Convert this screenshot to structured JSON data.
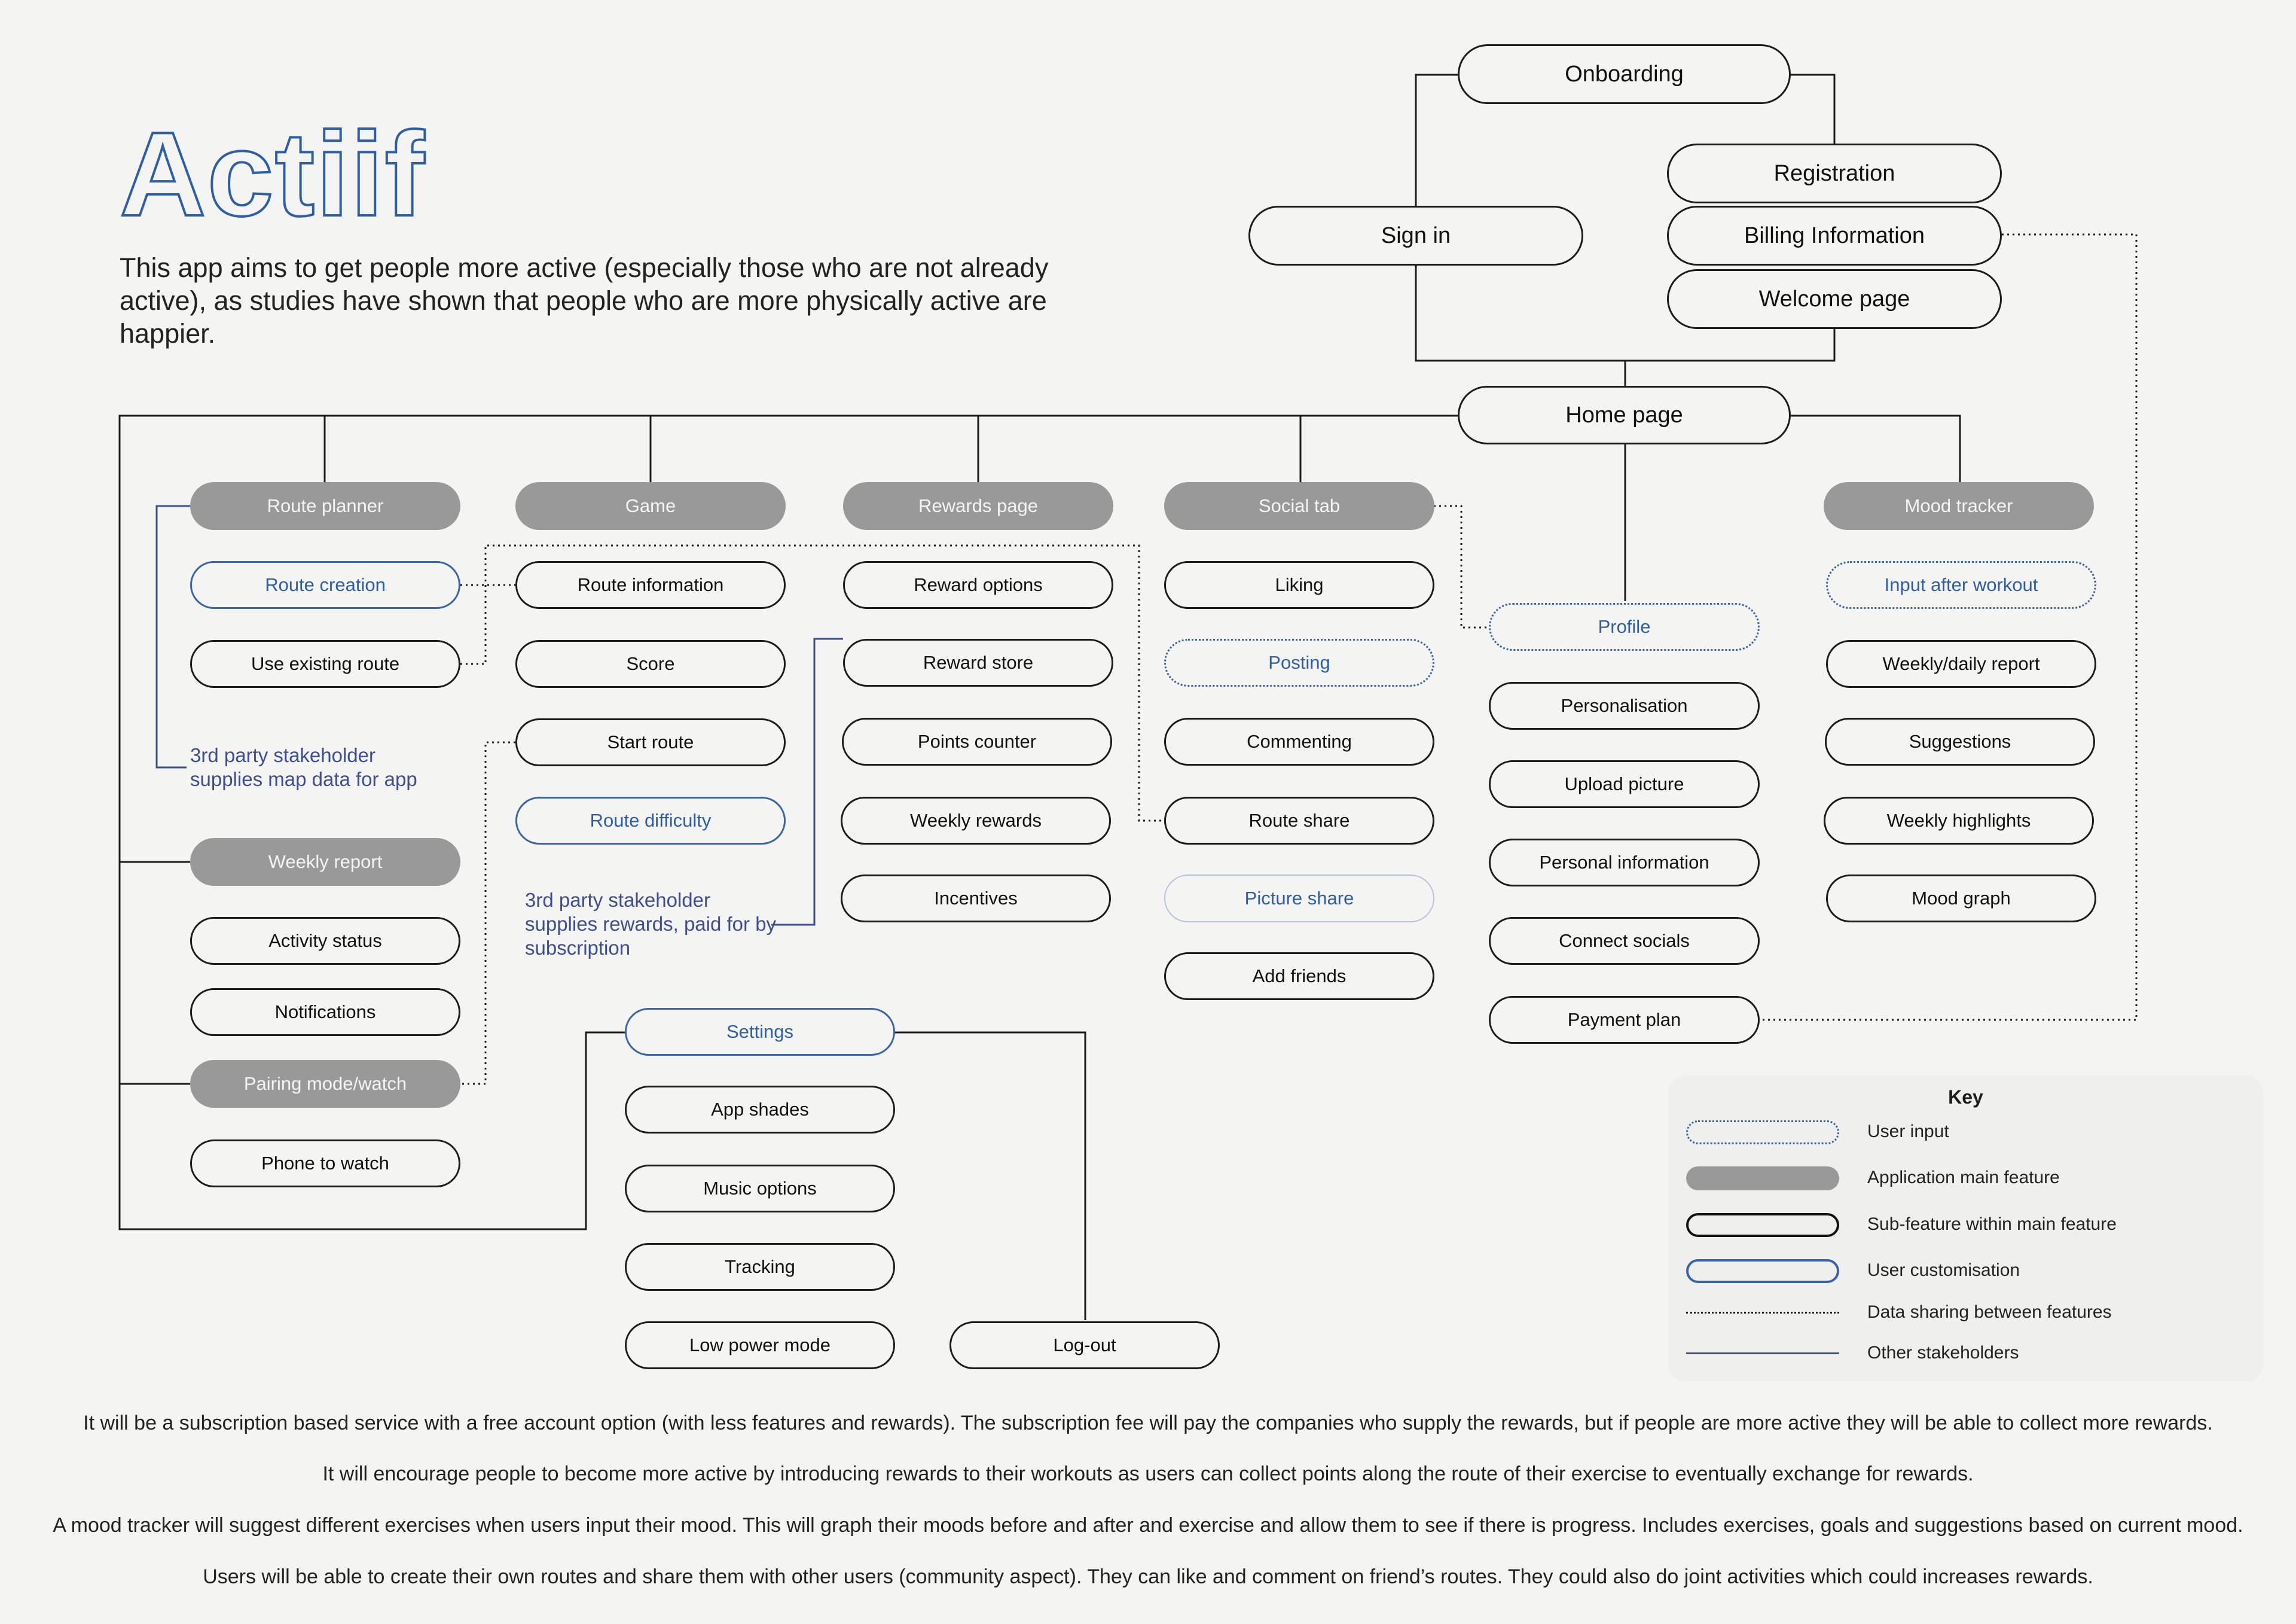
{
  "title": "Actiif",
  "intro": "This app aims to get people more active (especially those who are not already active), as studies have shown that people who are more physically active are happier.",
  "nodes": {
    "onboarding": "Onboarding",
    "registration": "Registration",
    "sign_in": "Sign in",
    "billing_information": "Billing Information",
    "welcome_page": "Welcome page",
    "home_page": "Home page",
    "route_planner": "Route planner",
    "route_creation": "Route creation",
    "use_existing_route": "Use existing route",
    "weekly_report": "Weekly report",
    "activity_status": "Activity status",
    "notifications": "Notifications",
    "pairing_mode": "Pairing mode/watch",
    "phone_to_watch": "Phone to watch",
    "game": "Game",
    "route_information": "Route information",
    "score": "Score",
    "start_route": "Start route",
    "route_difficulty": "Route difficulty",
    "rewards_page": "Rewards page",
    "reward_options": "Reward options",
    "reward_store": "Reward store",
    "points_counter": "Points counter",
    "weekly_rewards": "Weekly rewards",
    "incentives": "Incentives",
    "social_tab": "Social tab",
    "liking": "Liking",
    "posting": "Posting",
    "commenting": "Commenting",
    "route_share": "Route share",
    "picture_share": "Picture share",
    "add_friends": "Add friends",
    "profile": "Profile",
    "personalisation": "Personalisation",
    "upload_picture": "Upload picture",
    "personal_information": "Personal information",
    "connect_socials": "Connect socials",
    "payment_plan": "Payment plan",
    "mood_tracker": "Mood tracker",
    "input_after_workout": "Input after workout",
    "weekly_daily_report": "Weekly/daily report",
    "suggestions": "Suggestions",
    "weekly_highlights": "Weekly highlights",
    "mood_graph": "Mood graph",
    "settings": "Settings",
    "app_shades": "App shades",
    "music_options": "Music options",
    "tracking": "Tracking",
    "low_power_mode": "Low power mode",
    "log_out": "Log-out"
  },
  "stakeholders": {
    "map_line1": "3rd party stakeholder",
    "map_line2": "supplies map data for app",
    "rewards_line1": "3rd party stakeholder",
    "rewards_line2": "supplies rewards, paid for by",
    "rewards_line3": "subscription"
  },
  "key": {
    "title": "Key",
    "user_input": "User input",
    "main_feature": "Application main feature",
    "sub_feature": "Sub-feature within main feature",
    "user_customisation": "User customisation",
    "data_sharing": "Data sharing between features",
    "other_stakeholders": "Other stakeholders"
  },
  "footer": [
    "It will be a subscription based service with a free account option (with less features and rewards). The subscription fee will pay the companies who supply the rewards, but if people are more active they will be able to collect more rewards.",
    "It will encourage people to become more active by introducing rewards to their workouts as users can collect points along the route of their exercise to eventually exchange for rewards.",
    "A mood tracker will suggest different exercises when users input their mood. This will graph their moods before and after and exercise and allow them to see if there is progress. Includes exercises, goals and suggestions based on current mood.",
    "Users will be able to create their own routes and share them with other users (community aspect). They can like and comment on friend’s routes. They could also do joint activities which could increases rewards."
  ],
  "colors": {
    "main_feature": "#999999",
    "user_accent": "#2e5ea8",
    "stakeholder": "#3e4e93",
    "background": "#f4f4f2"
  }
}
